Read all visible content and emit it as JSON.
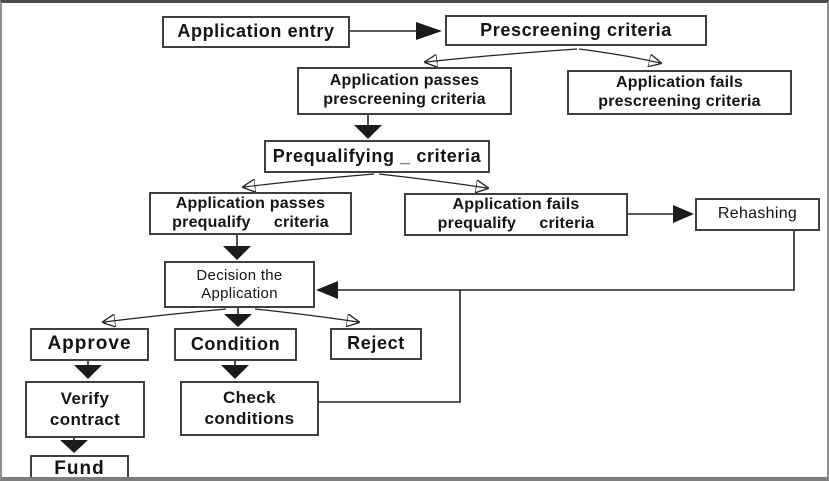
{
  "diagram_title": "Loan application processing flowchart",
  "colors": {
    "background": "#ffffff",
    "box_border": "#3f3f3f",
    "frame_border": "#7d7d7d",
    "line": "#232323",
    "text": "#141414"
  },
  "nodes": {
    "application_entry": {
      "label": "Application entry"
    },
    "prescreening_criteria": {
      "label": "Prescreening criteria"
    },
    "passes_prescreening": {
      "line1": "Application passes",
      "line2": "prescreening criteria"
    },
    "fails_prescreening": {
      "line1": "Application fails",
      "line2": "prescreening criteria"
    },
    "prequalifying_criteria": {
      "label": "Prequalifying _ criteria"
    },
    "passes_prequalify": {
      "line1": "Application passes",
      "line2": "prequalify     criteria"
    },
    "fails_prequalify": {
      "line1": "Application fails",
      "line2": "prequalify     criteria"
    },
    "rehashing": {
      "label": "Rehashing"
    },
    "decision": {
      "line1": "Decision the",
      "line2": "Application"
    },
    "approve": {
      "label": "Approve"
    },
    "condition": {
      "label": "Condition"
    },
    "reject": {
      "label": "Reject"
    },
    "verify_contract": {
      "line1": "Verify",
      "line2": "contract"
    },
    "check_conditions": {
      "line1": "Check",
      "line2": "conditions"
    },
    "fund": {
      "label": "Fund"
    }
  },
  "edges": [
    "application_entry -> prescreening_criteria",
    "prescreening_criteria -> passes_prescreening",
    "prescreening_criteria -> fails_prescreening",
    "passes_prescreening -> prequalifying_criteria",
    "prequalifying_criteria -> passes_prequalify",
    "prequalifying_criteria -> fails_prequalify",
    "fails_prequalify -> rehashing",
    "passes_prequalify -> decision",
    "rehashing -> decision",
    "decision -> approve",
    "decision -> condition",
    "decision -> reject",
    "approve -> verify_contract",
    "condition -> check_conditions",
    "check_conditions -> decision",
    "verify_contract -> fund"
  ]
}
